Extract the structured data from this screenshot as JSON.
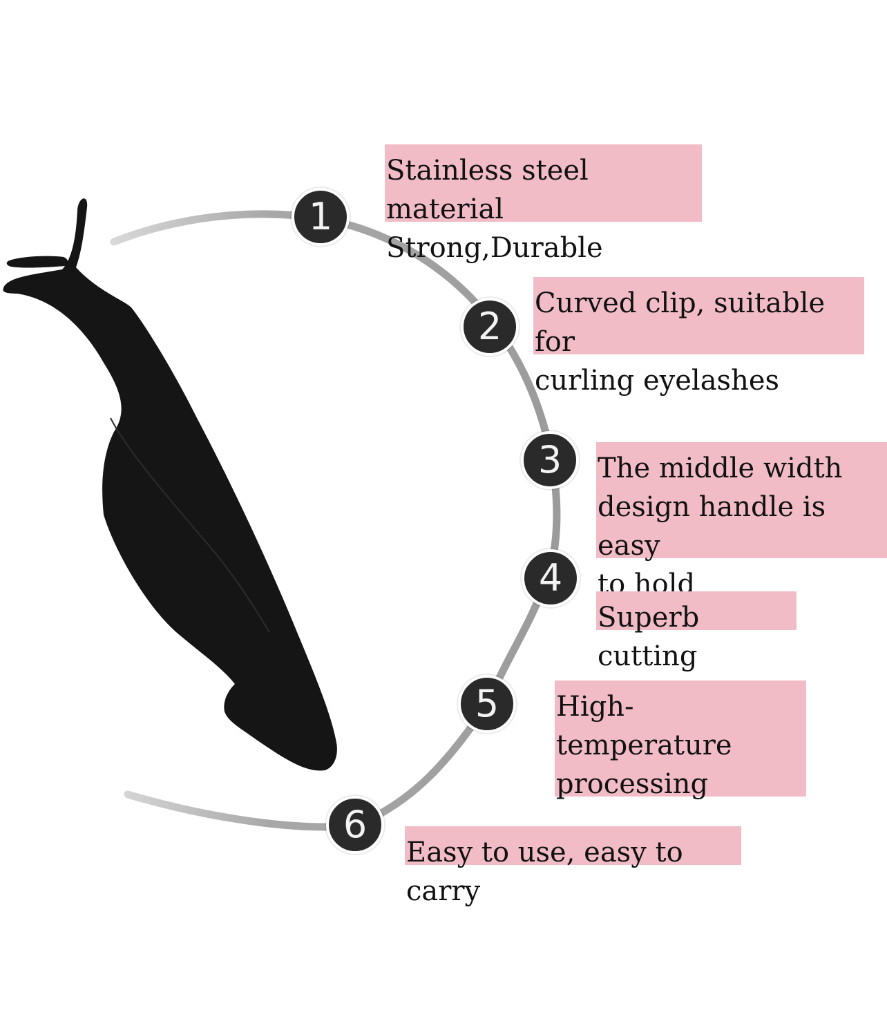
{
  "features": [
    {
      "number": "1",
      "text": "Stainless steel material\nStrong,Durable"
    },
    {
      "number": "2",
      "text": "Curved clip, suitable for\ncurling eyelashes"
    },
    {
      "number": "3",
      "text": "The middle width\ndesign handle is easy\nto hold"
    },
    {
      "number": "4",
      "text": "Superb cutting"
    },
    {
      "number": "5",
      "text": "High-temperature\nprocessing"
    },
    {
      "number": "6",
      "text": "Easy to use, easy to carry"
    }
  ],
  "colors": {
    "label_background": "#f2bcc7",
    "badge_background": "#2a2a2a",
    "arc": "#a8a8a8",
    "tool": "#151515"
  },
  "icons": {
    "product": "eyelash-applicator-tweezer-icon"
  }
}
